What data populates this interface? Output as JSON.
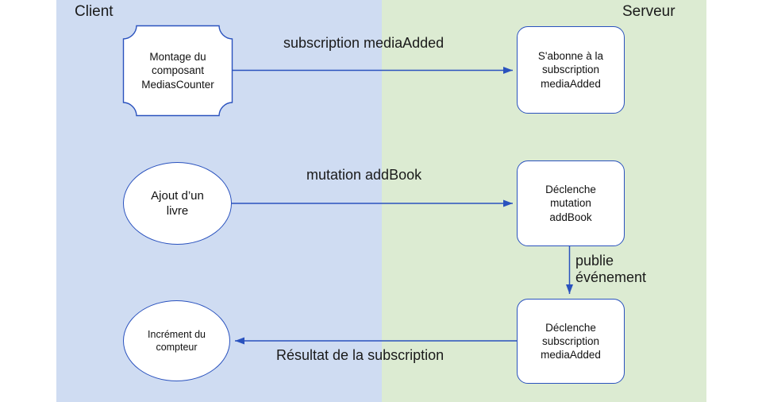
{
  "diagram": {
    "title": "Client / Serveur subscription flow",
    "colors": {
      "client_lane": "#cfdcf2",
      "server_lane": "#dcebd2",
      "stroke": "#2a52be",
      "node_fill": "#ffffff",
      "text": "#111111"
    },
    "lanes": [
      {
        "id": "client",
        "label": "Client"
      },
      {
        "id": "server",
        "label": "Serveur"
      }
    ],
    "nodes": [
      {
        "id": "montage",
        "shape": "card",
        "lane": "client",
        "text": "Montage du\ncomposant\nMediasCounter"
      },
      {
        "id": "abonne",
        "shape": "rounded-rect",
        "lane": "server",
        "text": "S'abonne à la\nsubscription\nmediaAdded"
      },
      {
        "id": "ajout-livre",
        "shape": "ellipse",
        "lane": "client",
        "text": "Ajout d’un\nlivre"
      },
      {
        "id": "declenche-mutation",
        "shape": "rounded-rect",
        "lane": "server",
        "text": "Déclenche\nmutation\naddBook"
      },
      {
        "id": "increment-compteur",
        "shape": "ellipse",
        "lane": "client",
        "text": "Incrément du\ncompteur"
      },
      {
        "id": "declenche-subscription",
        "shape": "rounded-rect",
        "lane": "server",
        "text": "Déclenche\nsubscription\nmediaAdded"
      }
    ],
    "edges": [
      {
        "id": "subscription-mediaadded",
        "from": "montage",
        "to": "abonne",
        "label": "subscription mediaAdded",
        "direction": "right"
      },
      {
        "id": "mutation-addbook",
        "from": "ajout-livre",
        "to": "declenche-mutation",
        "label": "mutation addBook",
        "direction": "right"
      },
      {
        "id": "publie-evenement",
        "from": "declenche-mutation",
        "to": "declenche-subscription",
        "label": "publie\névénement",
        "direction": "down"
      },
      {
        "id": "resultat-subscription",
        "from": "declenche-subscription",
        "to": "increment-compteur",
        "label": "Résultat de la subscription",
        "direction": "left"
      }
    ]
  }
}
